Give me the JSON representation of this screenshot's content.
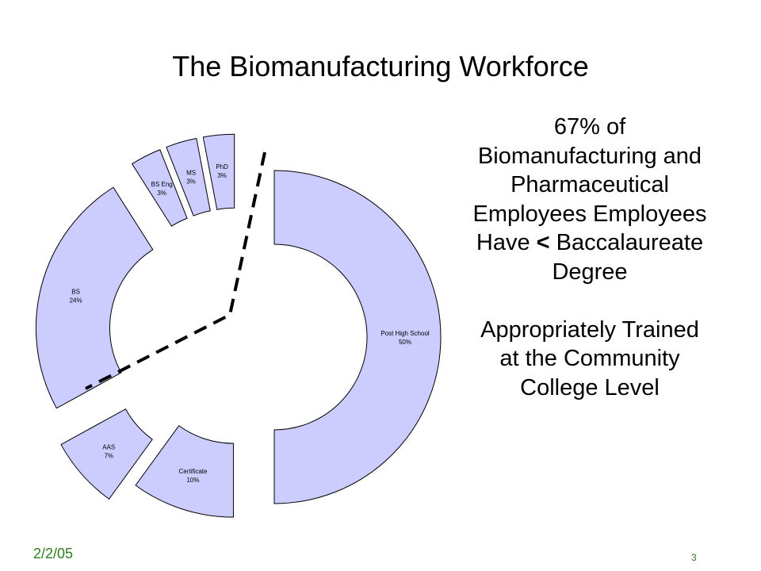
{
  "slide": {
    "title": "The Biomanufacturing Workforce",
    "footer_date": "2/2/05",
    "page_number": "3"
  },
  "callout": {
    "line1": "67% of",
    "line2": "Biomanufacturing and",
    "line3": "Pharmaceutical",
    "line4": "Employees Employees",
    "line5_prefix": "Have",
    "line5_sign": "<",
    "line5_suffix": "Baccalaureate",
    "line6": "Degree",
    "line7": "Appropriately Trained",
    "line8": "at the Community",
    "line9": "College Level"
  },
  "chart_data": {
    "type": "pie",
    "variant": "exploded-doughnut",
    "slices": [
      {
        "label": "Post High School",
        "value": 50,
        "display": "50%"
      },
      {
        "label": "Certificate",
        "value": 10,
        "display": "10%"
      },
      {
        "label": "AAS",
        "value": 7,
        "display": "7%"
      },
      {
        "label": "BS",
        "value": 24,
        "display": "24%"
      },
      {
        "label": "BS Eng",
        "value": 3,
        "display": "3%"
      },
      {
        "label": "MS",
        "value": 3,
        "display": "3%"
      },
      {
        "label": "PhD",
        "value": 3,
        "display": "3%"
      }
    ],
    "fill_color": "#ccccff",
    "stroke_color": "#000000",
    "divider_style": "dashed"
  }
}
